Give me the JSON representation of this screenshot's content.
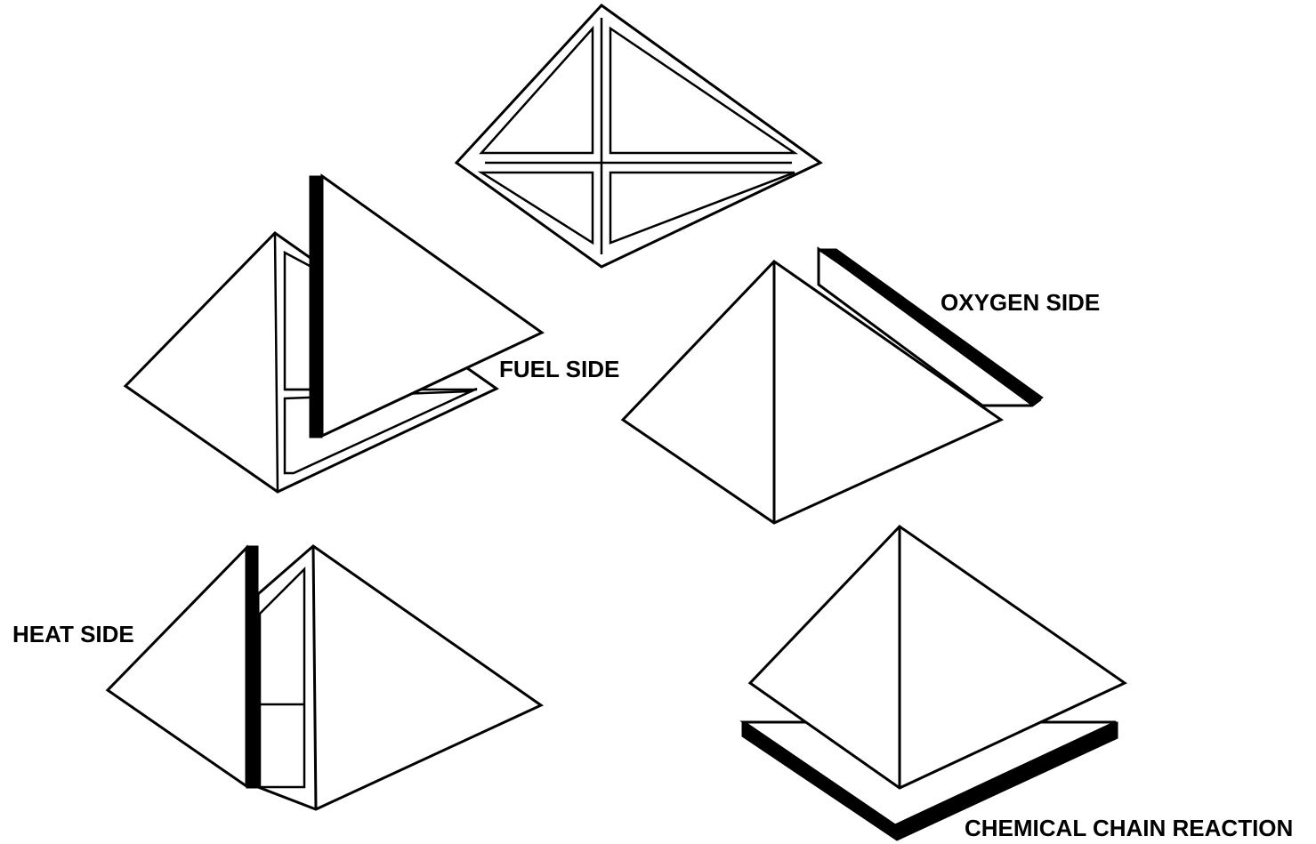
{
  "labels": {
    "fuel_side": "FUEL SIDE",
    "oxygen_side": "OXYGEN SIDE",
    "heat_side": "HEAT SIDE",
    "chemical_chain_reaction": "CHEMICAL CHAIN REACTION"
  },
  "colors": {
    "stroke": "#000000",
    "fill": "#ffffff",
    "background": "#ffffff"
  }
}
